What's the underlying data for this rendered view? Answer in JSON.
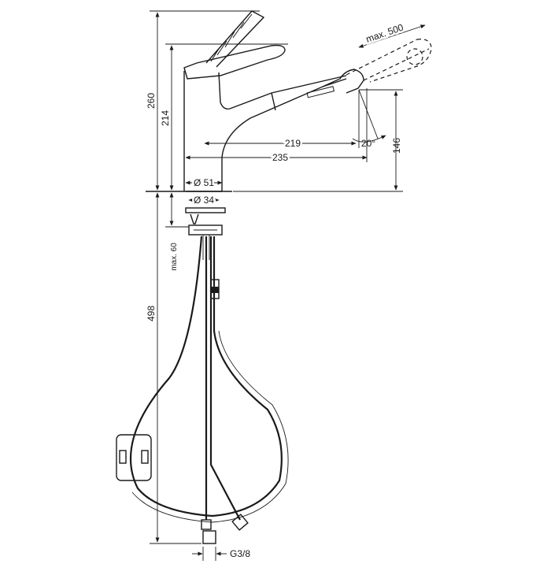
{
  "dimensions": {
    "total_height": "260",
    "body_height": "214",
    "reach_219": "219",
    "reach_235": "235",
    "spout_height": "146",
    "pullout": "max. 500",
    "spray_angle": "20°",
    "base_diameter": "Ø 51",
    "hole_diameter": "Ø 34",
    "max_thickness": "max. 60",
    "hose_length": "498",
    "connection": "G3/8"
  },
  "colors": {
    "line": "#1a1a1a",
    "background": "#ffffff"
  }
}
